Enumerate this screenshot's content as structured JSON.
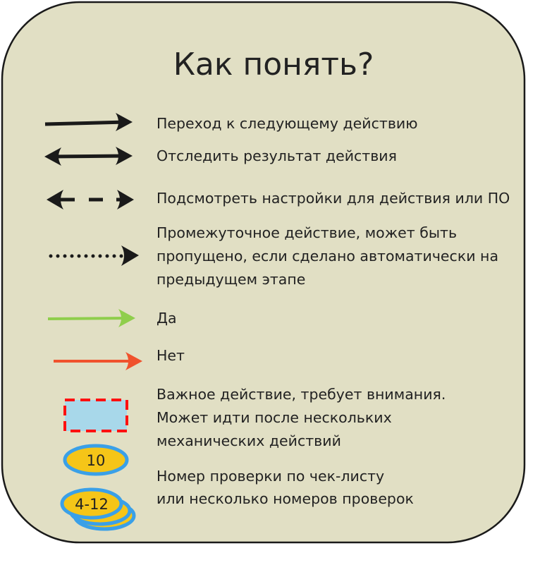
{
  "title": "Как понять?",
  "legend": [
    {
      "icon": "solid-arrow",
      "lines": [
        "Переход к следующему действию"
      ]
    },
    {
      "icon": "double-arrow",
      "lines": [
        "Отследить результат действия"
      ]
    },
    {
      "icon": "dashed-double-arrow",
      "lines": [
        "Подсмотреть настройки для действия или ПО"
      ]
    },
    {
      "icon": "dotted-arrow",
      "lines": [
        "Промежуточное действие, может быть",
        "пропущено, если сделано автоматически на",
        "предыдущем этапе"
      ]
    },
    {
      "icon": "green-arrow",
      "lines": [
        "Да"
      ]
    },
    {
      "icon": "red-arrow",
      "lines": [
        "Нет"
      ]
    },
    {
      "icon": "dashed-red-box",
      "lines": [
        "Важное действие, требует внимания.",
        "Может идти после нескольких",
        "механических действий"
      ]
    },
    {
      "icon": "check-badges",
      "lines": [
        "Номер проверки по чек-листу",
        "или несколько номеров проверок"
      ]
    }
  ],
  "badges": {
    "single": "10",
    "stack": "4-12"
  },
  "colors": {
    "card": "#e1dfc4",
    "yes": "#8fce4c",
    "no": "#f0522d",
    "important_fill": "#a8d8ea",
    "important_border": "#ff1010",
    "badge_fill": "#f5c518",
    "badge_border": "#3aa0e8"
  }
}
